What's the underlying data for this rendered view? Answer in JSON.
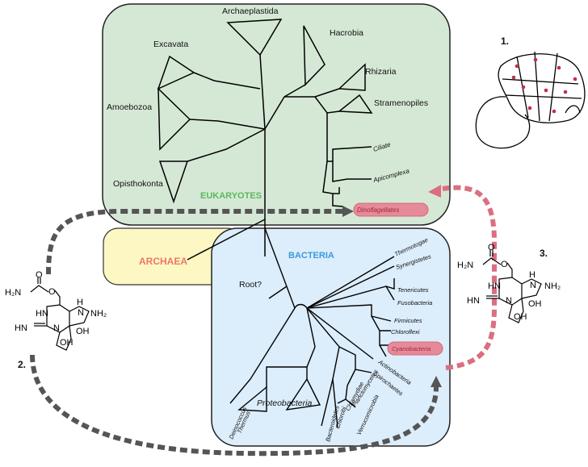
{
  "domains": {
    "eukaryotes": "EUKARYOTES",
    "archaea": "ARCHAEA",
    "bacteria": "BACTERIA"
  },
  "eukaryote_groups": {
    "archaeplastida": "Archaeplastida",
    "excavata": "Excavata",
    "hacrobia": "Hacrobia",
    "rhizaria": "Rhizaria",
    "stramenopiles": "Stramenopiles",
    "amoebozoa": "Amoebozoa",
    "opisthokonta": "Opisthokonta",
    "ciliate": "Ciliate",
    "apicomplexa": "Apicomplexa",
    "dinoflagellates": "Dinoflagellates"
  },
  "bacteria_groups": {
    "root": "Root?",
    "thermotogae": "Thermotogae",
    "synergistetes": "Synergistetes",
    "tenericutes": "Tenericutes",
    "fusobacteria": "Fusobacteria",
    "firmicutes": "Firmicutes",
    "chloroflexi": "Chloroflexi",
    "cyanobacteria": "Cyanobacteria",
    "actinobacteria": "Actinobacteria",
    "spirochaetes": "Spirochaetes",
    "planctomycetes": "Planctomycetes",
    "chlamydiae": "Chlamydiae",
    "verrucomicrobia": "Verrucomicrobia",
    "chlorobi": "Chlorobi",
    "bacteroidetes": "Bacteroidetes",
    "proteobacteria": "Proteobacteria",
    "deinococcus": "Deinococcus",
    "thermus": "Thermus"
  },
  "markers": {
    "m1": "1.",
    "m2": "2.",
    "m3": "3."
  },
  "molecule": {
    "h2n": "H₂N",
    "o": "O",
    "hn": "HN",
    "n": "N",
    "h": "H",
    "nh2": "NH₂",
    "nh": "HN",
    "oh": "OH"
  },
  "colors": {
    "eukaryote_box": "#d5e8d6",
    "archaea_box": "#fdf7c4",
    "bacteria_box": "#dcedfb",
    "eukaryote_label": "#5cb85c",
    "archaea_label": "#ee7766",
    "bacteria_label": "#3a9bdc",
    "highlight": "#d9667a",
    "highlight_fill": "#e58a99",
    "arrow_grey": "#555555",
    "arrow_pink": "#db6e80",
    "cell_dots": "#c0304a"
  }
}
